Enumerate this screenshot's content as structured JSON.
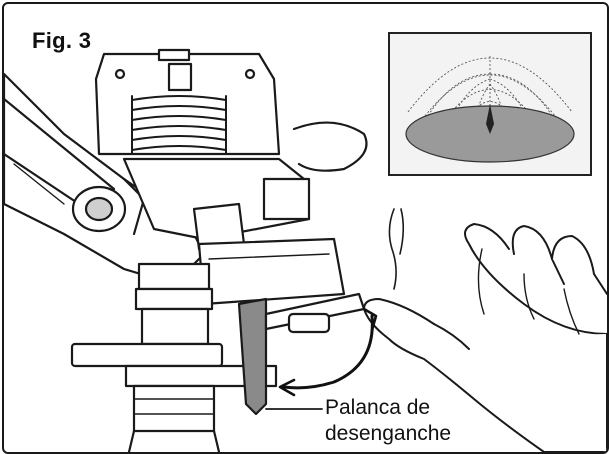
{
  "figure": {
    "title": "Fig. 3",
    "callout": {
      "line1": "Palanca de",
      "line2": "desenganche"
    }
  },
  "colors": {
    "ink": "#1a1a1a",
    "shade": "#8a8a8a",
    "arrow": "#111111"
  },
  "icons": [
    "sprinkler-head-illustration",
    "hand-illustration",
    "spray-pattern-dome",
    "curved-arrow"
  ]
}
